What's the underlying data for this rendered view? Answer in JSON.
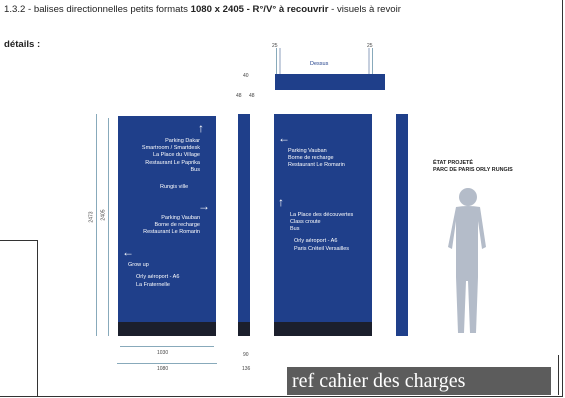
{
  "header": {
    "title_prefix": "1.3.2 - balises directionnelles petits formats ",
    "title_bold1": "1080 x 2405 - R°/V° à recouvrir",
    "title_suffix": " - visuels à revoir",
    "details": "détails :"
  },
  "dimensions": {
    "left_height_outer": "2473",
    "left_height_inner": "2405",
    "width_inner": "1030",
    "width_outer": "1080",
    "side_top": "40",
    "side_a": "48",
    "side_b": "48",
    "side_bottom1": "90",
    "side_bottom2": "136",
    "top_left_tick": "25",
    "top_right_tick": "25",
    "dessus": "Dessus"
  },
  "sign_front": {
    "arrow_up": "↑",
    "lines_top": [
      "Parking Dakar",
      "Smartroom / Smartdesk",
      "La Place du Village",
      "Restaurant Le Paprika",
      "Bus"
    ],
    "bus_detail": "Bus",
    "rungis_ville": "Rungis ville",
    "arrow_right": "→",
    "lines_mid": [
      "Parking Vauban",
      "Borne de recharge",
      "Restaurant Le Romarin"
    ],
    "arrow_left": "←",
    "grow_up": "Grow up",
    "orly_a6": "Orly aéroport - A6",
    "fraternelle": "La Fraternelle"
  },
  "sign_back": {
    "arrow_left": "←",
    "lines_top": [
      "Parking Vauban",
      "Borne de recharge",
      "Restaurant Le Romarin"
    ],
    "arrow_up": "↑",
    "lines_mid": [
      "La Place des découvertes",
      "Class croute",
      "Bus"
    ],
    "orly_a6": "Orly aéroport - A6",
    "creteil": "Paris Créteil Versailles"
  },
  "state": {
    "line1": "ÉTAT PROJETÉ",
    "line2": "PARC DE PARIS ORLY RUNGIS"
  },
  "ref": "ref cahier des charges"
}
